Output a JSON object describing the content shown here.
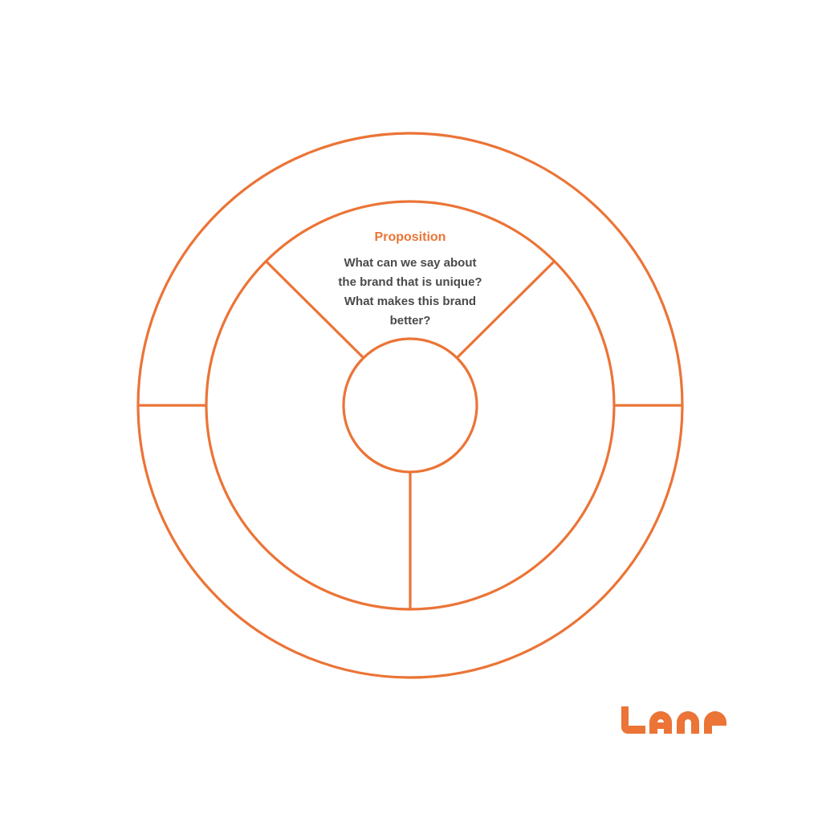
{
  "colors": {
    "accent": "#EB7436",
    "text": "#4A4A4A",
    "background": "#FFFFFF"
  },
  "proposition": {
    "title": "Proposition",
    "lines": [
      "What can we say about",
      "the brand that is unique?",
      "What makes this brand",
      "better?"
    ]
  },
  "logo": {
    "text": "Lane",
    "icon": "lane-logo"
  }
}
